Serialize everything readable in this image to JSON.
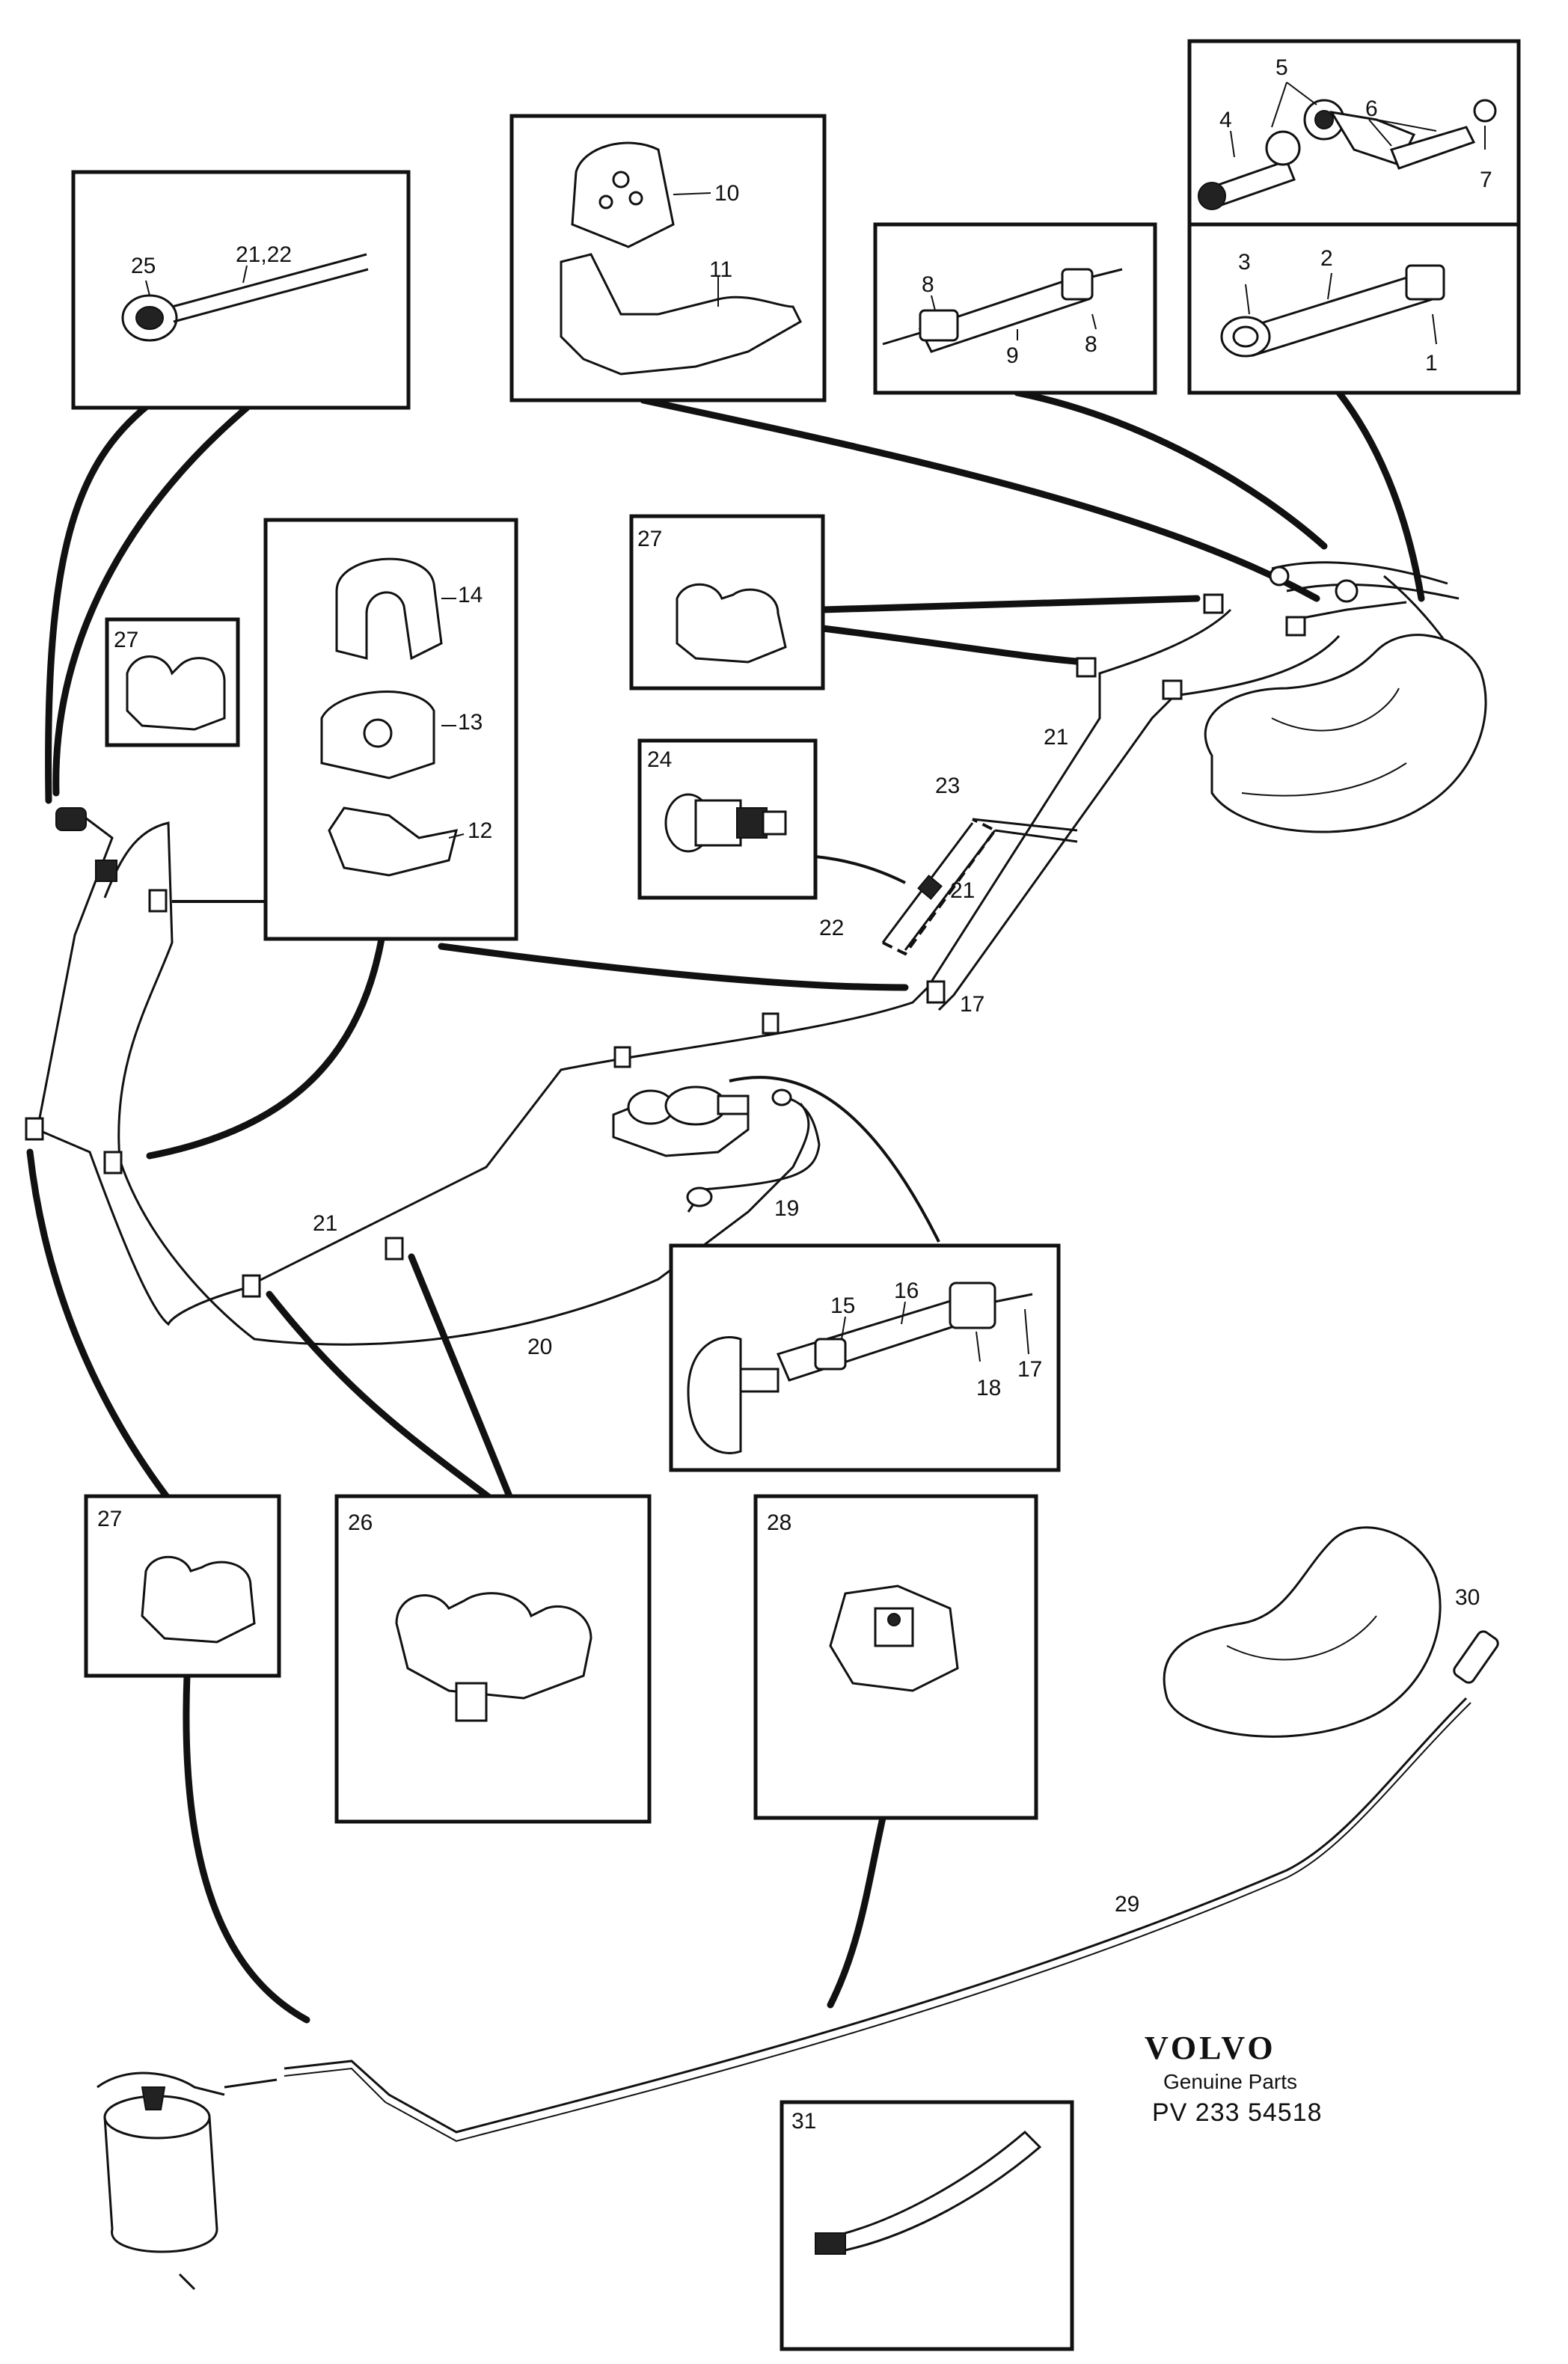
{
  "brand": {
    "name": "VOLVO",
    "subtitle": "Genuine Parts",
    "part_number": "PV 233 54518"
  },
  "callouts": {
    "c1": "1",
    "c2": "2",
    "c3": "3",
    "c4": "4",
    "c5": "5",
    "c6": "6",
    "c7": "7",
    "c8a": "8",
    "c8b": "8",
    "c9": "9",
    "c10": "10",
    "c11": "11",
    "c12": "12",
    "c13": "13",
    "c14": "14",
    "c15": "15",
    "c16": "16",
    "c17a": "17",
    "c17b": "17",
    "c18": "18",
    "c19": "19",
    "c20": "20",
    "c21a": "21",
    "c21b": "21",
    "c21c": "21",
    "c21_22": "21,22",
    "c22": "22",
    "c23": "23",
    "c24": "24",
    "c25": "25",
    "c26": "26",
    "c27a": "27",
    "c27b": "27",
    "c27c": "27",
    "c28": "28",
    "c29": "29",
    "c30": "30",
    "c31": "31"
  }
}
